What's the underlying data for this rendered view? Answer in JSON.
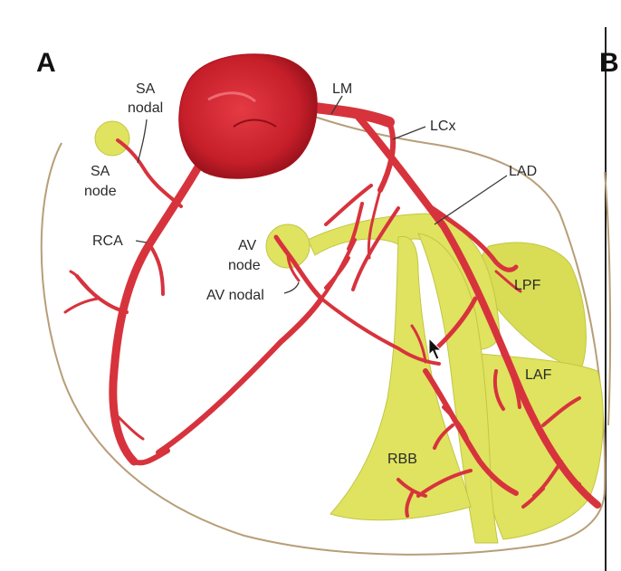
{
  "panels": {
    "left": "A",
    "right": "B"
  },
  "labels": {
    "sa_nodal_line1": "SA",
    "sa_nodal_line2": "nodal",
    "sa_node_line1": "SA",
    "sa_node_line2": "node",
    "lm": "LM",
    "lcx": "LCx",
    "lad": "LAD",
    "rca": "RCA",
    "av_node_line1": "AV",
    "av_node_line2": "node",
    "av_nodal": "AV nodal",
    "lpf": "LPF",
    "laf": "LAF",
    "rbb": "RBB"
  },
  "colors": {
    "artery": "#d7333d",
    "artery_dark": "#a8141e",
    "conduction": "#dfe35f",
    "conduction_edge": "#b9be3a",
    "heart_outline": "#b89e78",
    "background": "#ffffff"
  }
}
